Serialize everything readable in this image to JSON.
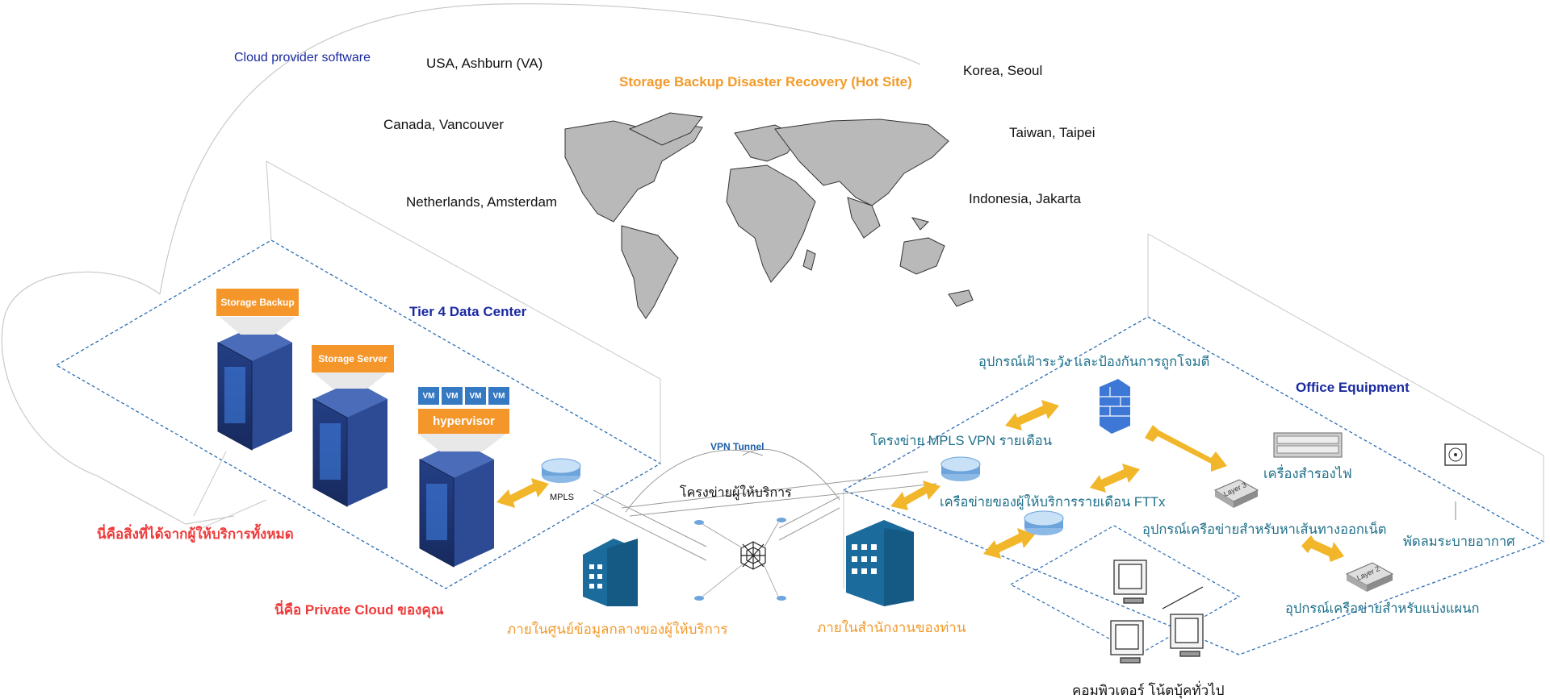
{
  "labels": {
    "cloud_provider": "Cloud provider software",
    "storage_dr": "Storage Backup Disaster Recovery (Hot Site)",
    "tier4": "Tier 4 Data Center",
    "office_equipment": "Office Equipment",
    "vpn_tunnel": "VPN Tunnel",
    "provider_network": "โครงข่ายผู้ให้บริการ",
    "mpls": "MPLS",
    "provider_dc": "ภายในศูนย์ข้อมูลกลางของผู้ให้บริการ",
    "your_office": "ภายในสำนักงานของท่าน",
    "all_from_provider": "นี่คือสิ่งที่ได้จากผู้ให้บริการทั้งหมด",
    "private_cloud": "นี่คือ Private Cloud ของคุณ",
    "computers": "คอมพิวเตอร์ โน้ตบุ้คทั่วไป"
  },
  "locations": [
    "USA, Ashburn (VA)",
    "Canada, Vancouver",
    "Netherlands, Amsterdam",
    "Korea, Seoul",
    "Taiwan, Taipei",
    "Indonesia, Jakarta"
  ],
  "dc": {
    "storage_backup": "Storage Backup",
    "storage_server": "Storage Server",
    "hypervisor": "hypervisor",
    "vm": "VM"
  },
  "office": {
    "firewall": "อุปกรณ์เฝ้าระวัง และป้องกันการถูกโจมตี",
    "mpls_vpn": "โครงข่าย MPLS VPN รายเดือน",
    "fttx": "เครือข่ายของผู้ให้บริการรายเดือน FTTx",
    "ups": "เครื่องสำรองไฟ",
    "fan": "พัดลมระบายอากาศ",
    "router": "อุปกรณ์เครือข่ายสำหรับหาเส้นทางออกเน็ต",
    "switch": "อุปกรณ์เครือข่ายสำหรับแบ่งแผนก",
    "layer3": "Layer 3",
    "layer2": "Layer 2"
  },
  "colors": {
    "orange": "#f5962a",
    "navy": "#1a2aa0",
    "red": "#ee3a3a",
    "teal": "#1d6f8a",
    "dashed": "#2a6db5",
    "server": "#1e3a7a"
  }
}
